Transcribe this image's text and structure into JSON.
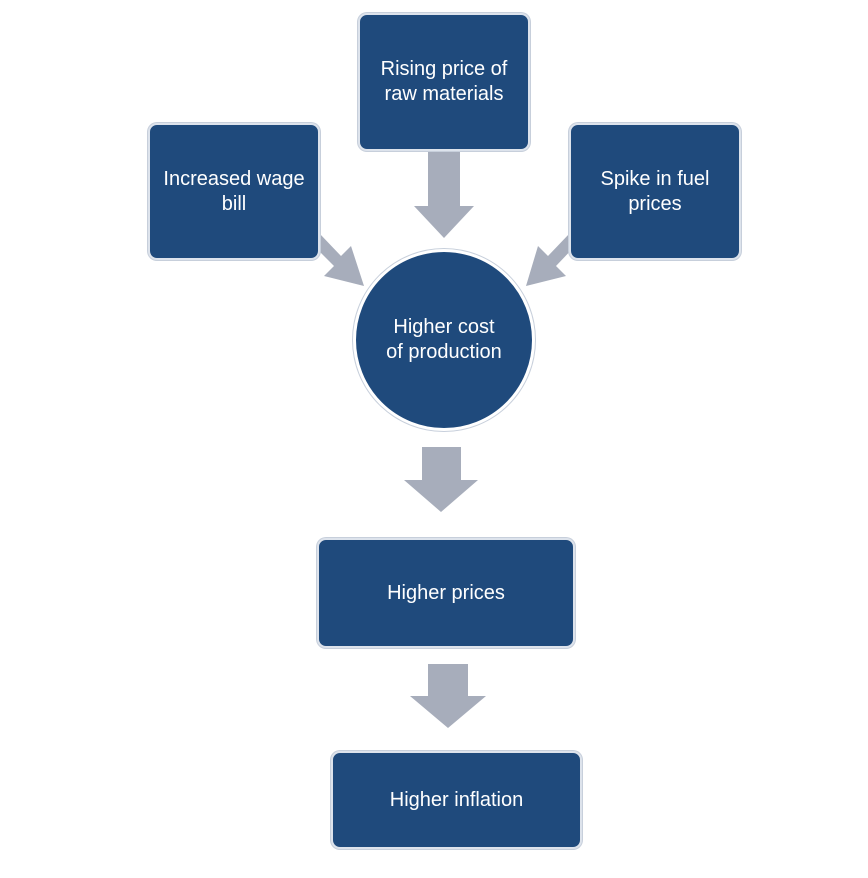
{
  "diagram": {
    "nodes": {
      "raw_materials": "Rising price of raw materials",
      "wage_bill": "Increased wage bill",
      "fuel_prices": "Spike in fuel prices",
      "cost_of_production": "Higher cost of production",
      "higher_prices": "Higher prices",
      "higher_inflation": "Higher inflation"
    },
    "colors": {
      "node_fill": "#1f4a7c",
      "arrow_fill": "#a7adbb",
      "text": "#ffffff"
    }
  }
}
